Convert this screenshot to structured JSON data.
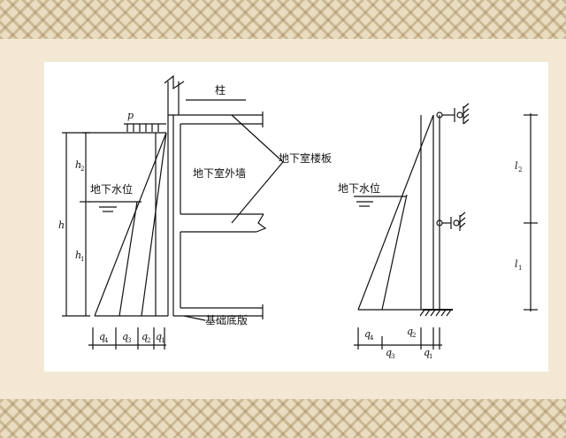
{
  "labels": {
    "column": "柱",
    "basement_floor_slab": "地下室楼板",
    "basement_exterior_wall": "地下室外墙",
    "groundwater_level_left": "地下水位",
    "groundwater_level_right": "地下水位",
    "foundation_slab": "基础底版",
    "surcharge": "p",
    "h": "h",
    "h2": "h",
    "h2_sub": "2",
    "h1": "h",
    "h1_sub": "1",
    "l2": "l",
    "l2_sub": "2",
    "l1": "l",
    "l1_sub": "1",
    "q4_left": "q",
    "q4_left_sub": "4",
    "q3_left": "q",
    "q3_left_sub": "3",
    "q2_left": "q",
    "q2_left_sub": "2",
    "q1_left": "q",
    "q1_left_sub": "1",
    "q4_right": "q",
    "q4_right_sub": "4",
    "q2_right": "q",
    "q2_right_sub": "2",
    "q3_right": "q",
    "q3_right_sub": "3",
    "q1_right": "q",
    "q1_right_sub": "1"
  }
}
